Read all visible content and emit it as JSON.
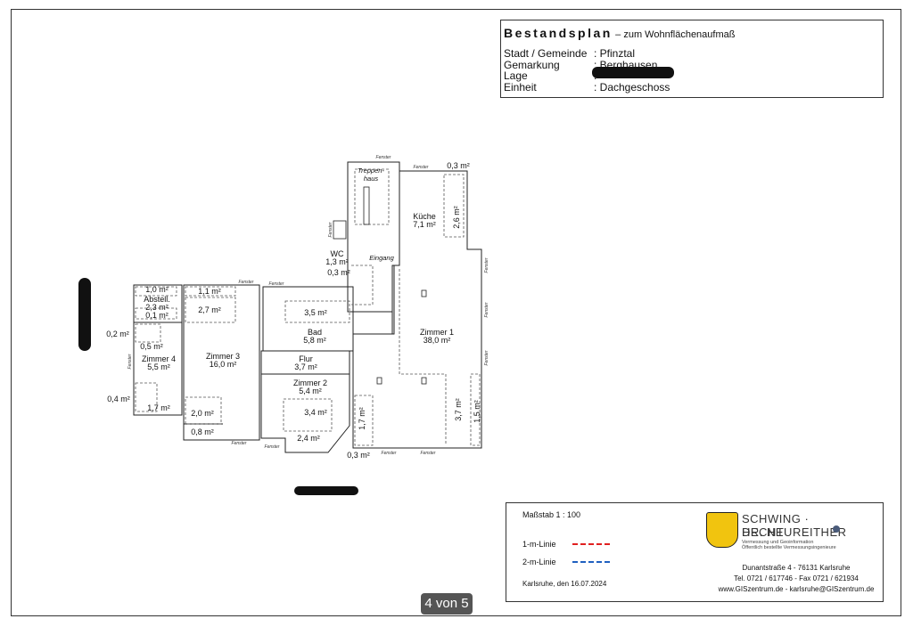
{
  "title": {
    "heading": "Bestandsplan",
    "subheading": "– zum Wohnflächenaufmaß",
    "rows": [
      {
        "key": "Stadt / Gemeinde",
        "value": ": Pfinztal"
      },
      {
        "key": "Gemarkung",
        "value": ": Berghausen"
      },
      {
        "key": "Lage",
        "value": ":"
      },
      {
        "key": "Einheit",
        "value": ": Dachgeschoss"
      }
    ]
  },
  "plan": {
    "window_label": "Fenster",
    "stair_label_1": "Treppen-",
    "stair_label_2": "haus",
    "entrance_label": "Eingang",
    "rooms": {
      "kueche_name": "Küche",
      "kueche_area": "7,1 m²",
      "wc_name": "WC",
      "wc_area": "1,3 m²",
      "zimmer1_name": "Zimmer 1",
      "zimmer1_area": "38,0 m²",
      "bad_name": "Bad",
      "bad_area": "5,8 m²",
      "flur_name": "Flur",
      "flur_area": "3,7 m²",
      "zimmer2_name": "Zimmer 2",
      "zimmer2_area": "5,4 m²",
      "zimmer3_name": "Zimmer 3",
      "zimmer3_area": "16,0 m²",
      "zimmer4_name": "Zimmer 4",
      "zimmer4_area": "5,5 m²",
      "abstell_name": "Abstell.",
      "abstell_area": "2,3 m²"
    },
    "areas": {
      "a03_top": "0,3 m²",
      "a26": "2,6 m²",
      "a03_wc": "0,3 m²",
      "a35": "3,5 m²",
      "a34": "3,4 m²",
      "a24": "2,4 m²",
      "a17_v": "1,7 m²",
      "a03_bottom": "0,3 m²",
      "a37": "3,7 m²",
      "a15": "1,5 m²",
      "a11": "1,1 m²",
      "a27": "2,7 m²",
      "a20": "2,0 m²",
      "a08": "0,8 m²",
      "a10": "1,0 m²",
      "a01": "0,1 m²",
      "a02": "0,2 m²",
      "a05": "0,5 m²",
      "a04": "0,4 m²",
      "a17_h": "1,7 m²"
    }
  },
  "legend": {
    "scale": "Maßstab 1 : 100",
    "line1_label": "1-m-Linie",
    "line2_label": "2-m-Linie",
    "line1_color": "#e02020",
    "line2_color": "#2060c0",
    "date": "Karlsruhe, den 16.07.2024",
    "firm_line1": "SCHWING · HECHT",
    "firm_line2": "DR. NEUREITHER",
    "firm_tag1": "Vermessung und Geoinformation",
    "firm_tag2": "Öffentlich bestellte Vermessungsingenieure",
    "address": "Dunantstraße 4  -  76131 Karlsruhe",
    "phone": "Tel. 0721 / 617746  -  Fax 0721 / 621934",
    "web": "www.GISzentrum.de  -  karlsruhe@GISzentrum.de"
  },
  "pager": "4 von 5"
}
